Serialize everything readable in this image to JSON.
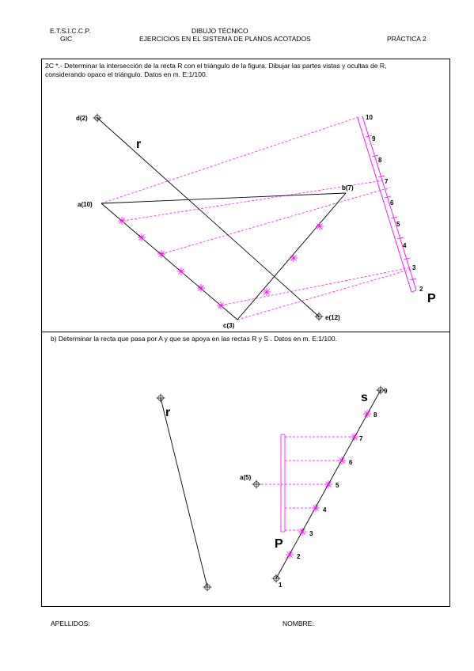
{
  "header": {
    "school": "E.T.S.I.C.C.P.",
    "degree": "GIC",
    "subject": "DIBUJO TÉCNICO",
    "topic": "EJERCICIOS EN EL SISTEMA DE PLANOS ACOTADOS",
    "practice": "PRÁCTICA 2"
  },
  "part_a": {
    "statement_line1": "2C *.- Determinar la intersección de la recta R con el triángulo de la figura. Dibujar las partes vistas y ocultas de R,",
    "statement_line2": "considerando opaco el triángulo. Datos en m. E:1/100.",
    "labels": {
      "d": "d(2)",
      "r": "r",
      "a": "a(10)",
      "b": "b(7)",
      "c": "c(3)",
      "e": "e(12)",
      "p": "P"
    },
    "scale_numbers": [
      "10",
      "9",
      "8",
      "7",
      "6",
      "5",
      "4",
      "3",
      "2"
    ]
  },
  "part_b": {
    "statement": "b)    Determinar la recta que pasa por A y que se apoya en las rectas R y S . Datos en m. E:1/100.",
    "labels": {
      "r": "r",
      "s": "s",
      "a": "a(5)",
      "p": "P"
    },
    "scale_numbers": [
      "1",
      "2",
      "3",
      "4",
      "5",
      "6",
      "7",
      "8",
      "9"
    ]
  },
  "footer": {
    "surname": "APELLIDOS:",
    "name": "NOMBRE:"
  },
  "colors": {
    "construction": "#ff00ff",
    "ink": "#000000"
  }
}
